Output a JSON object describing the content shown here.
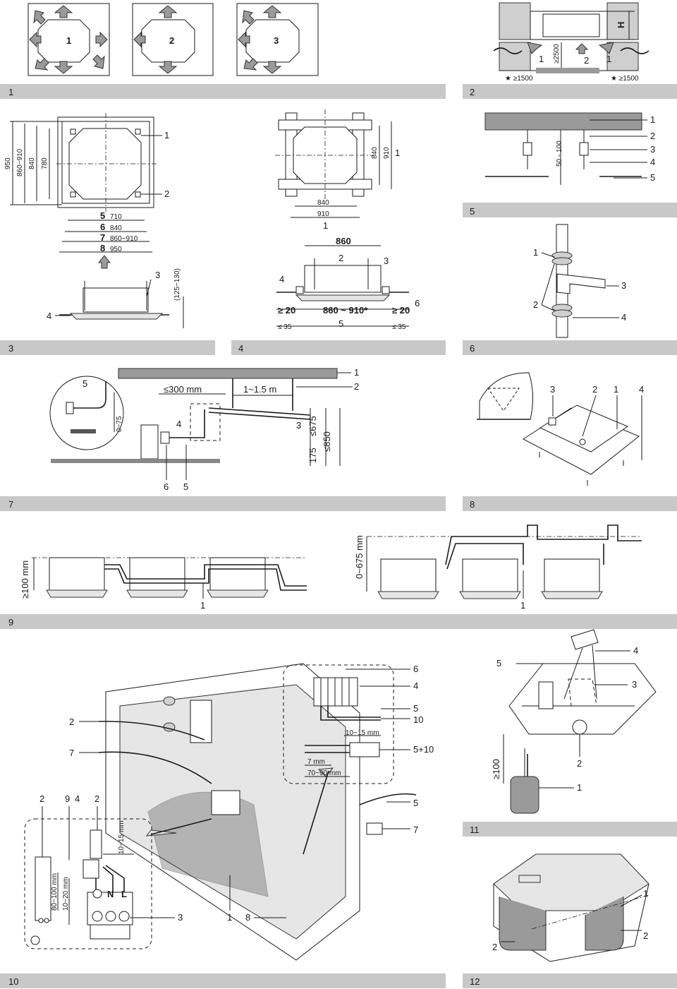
{
  "panels": [
    {
      "id": "panel-1",
      "label": "1"
    },
    {
      "id": "panel-2",
      "label": "2"
    },
    {
      "id": "panel-3",
      "label": "3"
    },
    {
      "id": "panel-4",
      "label": "4"
    },
    {
      "id": "panel-5",
      "label": "5"
    },
    {
      "id": "panel-6",
      "label": "6"
    },
    {
      "id": "panel-7",
      "label": "7"
    },
    {
      "id": "panel-8",
      "label": "8"
    },
    {
      "id": "panel-9",
      "label": "9"
    },
    {
      "id": "panel-10",
      "label": "10"
    },
    {
      "id": "panel-11",
      "label": "11"
    },
    {
      "id": "panel-12",
      "label": "12"
    }
  ],
  "fig1": {
    "box1": "1",
    "box2": "2",
    "box3": "3"
  },
  "fig2": {
    "h": "H",
    "c1": "1",
    "c2": "2",
    "c3": "1",
    "dim_2500": "≥2500",
    "left_clear": "★ ≥1500",
    "right_clear": "★ ≥1500"
  },
  "fig3": {
    "d950": "950",
    "d860": "860~910",
    "d840": "840",
    "d780": "780",
    "c1": "1",
    "c2": "2",
    "r5": "5",
    "v710": "710",
    "r6": "6",
    "v840": "840",
    "r7": "7",
    "v860": "860~910",
    "r8": "8",
    "v950": "950",
    "c3": "3",
    "c4": "4",
    "v125": "(125~130)"
  },
  "fig4": {
    "d840v": "840",
    "d910v": "910",
    "c1a": "1",
    "d840h": "840",
    "d910h": "910",
    "c1b": "1",
    "d860": "860",
    "c2": "2",
    "c3": "3",
    "c4": "4",
    "g20l": "≥ 20",
    "mid": "860 ~ 910*",
    "g20r": "≥ 20",
    "c6": "6",
    "g35l": "≤ 35",
    "c5": "5",
    "g35r": "≤ 35"
  },
  "fig5": {
    "c1": "1",
    "c2": "2",
    "c3": "3",
    "c4": "4",
    "c5": "5",
    "d50": "50 - 100"
  },
  "fig6": {
    "c1": "1",
    "c2": "2",
    "c3": "3",
    "c4": "4"
  },
  "fig7": {
    "c5a": "5",
    "d075": "0~75",
    "d300": "≤300 mm",
    "d15": "1~1.5 m",
    "c1": "1",
    "c2": "2",
    "c4": "4",
    "c3": "3",
    "d675": "≤675",
    "d175": "175",
    "d850": "≤850",
    "c6": "6",
    "c5b": "5"
  },
  "fig8": {
    "c3": "3",
    "c2": "2",
    "c1": "1",
    "c4": "4"
  },
  "fig9": {
    "d100": "≥100 mm",
    "c1a": "1",
    "d675": "0~675 mm",
    "c1b": "1"
  },
  "fig10": {
    "c2a": "2",
    "c7a": "7",
    "c2b": "2",
    "c9": "9",
    "c4": "4",
    "c2c": "2",
    "c6": "6",
    "c4b": "4",
    "c5a": "5",
    "c10": "10",
    "d1015a": "10~15 mm",
    "c510": "5+10",
    "d7": "7 mm",
    "d7090": "70~90 mm",
    "c5b": "5",
    "c7b": "7",
    "d1015b": "10~15 mm",
    "d80100": "80~100 mm",
    "d1020": "10~20 mm",
    "tN": "N",
    "tL": "L",
    "c3": "3",
    "c1": "1",
    "c8": "8"
  },
  "fig11": {
    "c5": "5",
    "c4": "4",
    "c3": "3",
    "d100": "≥100",
    "c2": "2",
    "c1": "1"
  },
  "fig12": {
    "c1": "1",
    "c2a": "2",
    "c2b": "2"
  }
}
